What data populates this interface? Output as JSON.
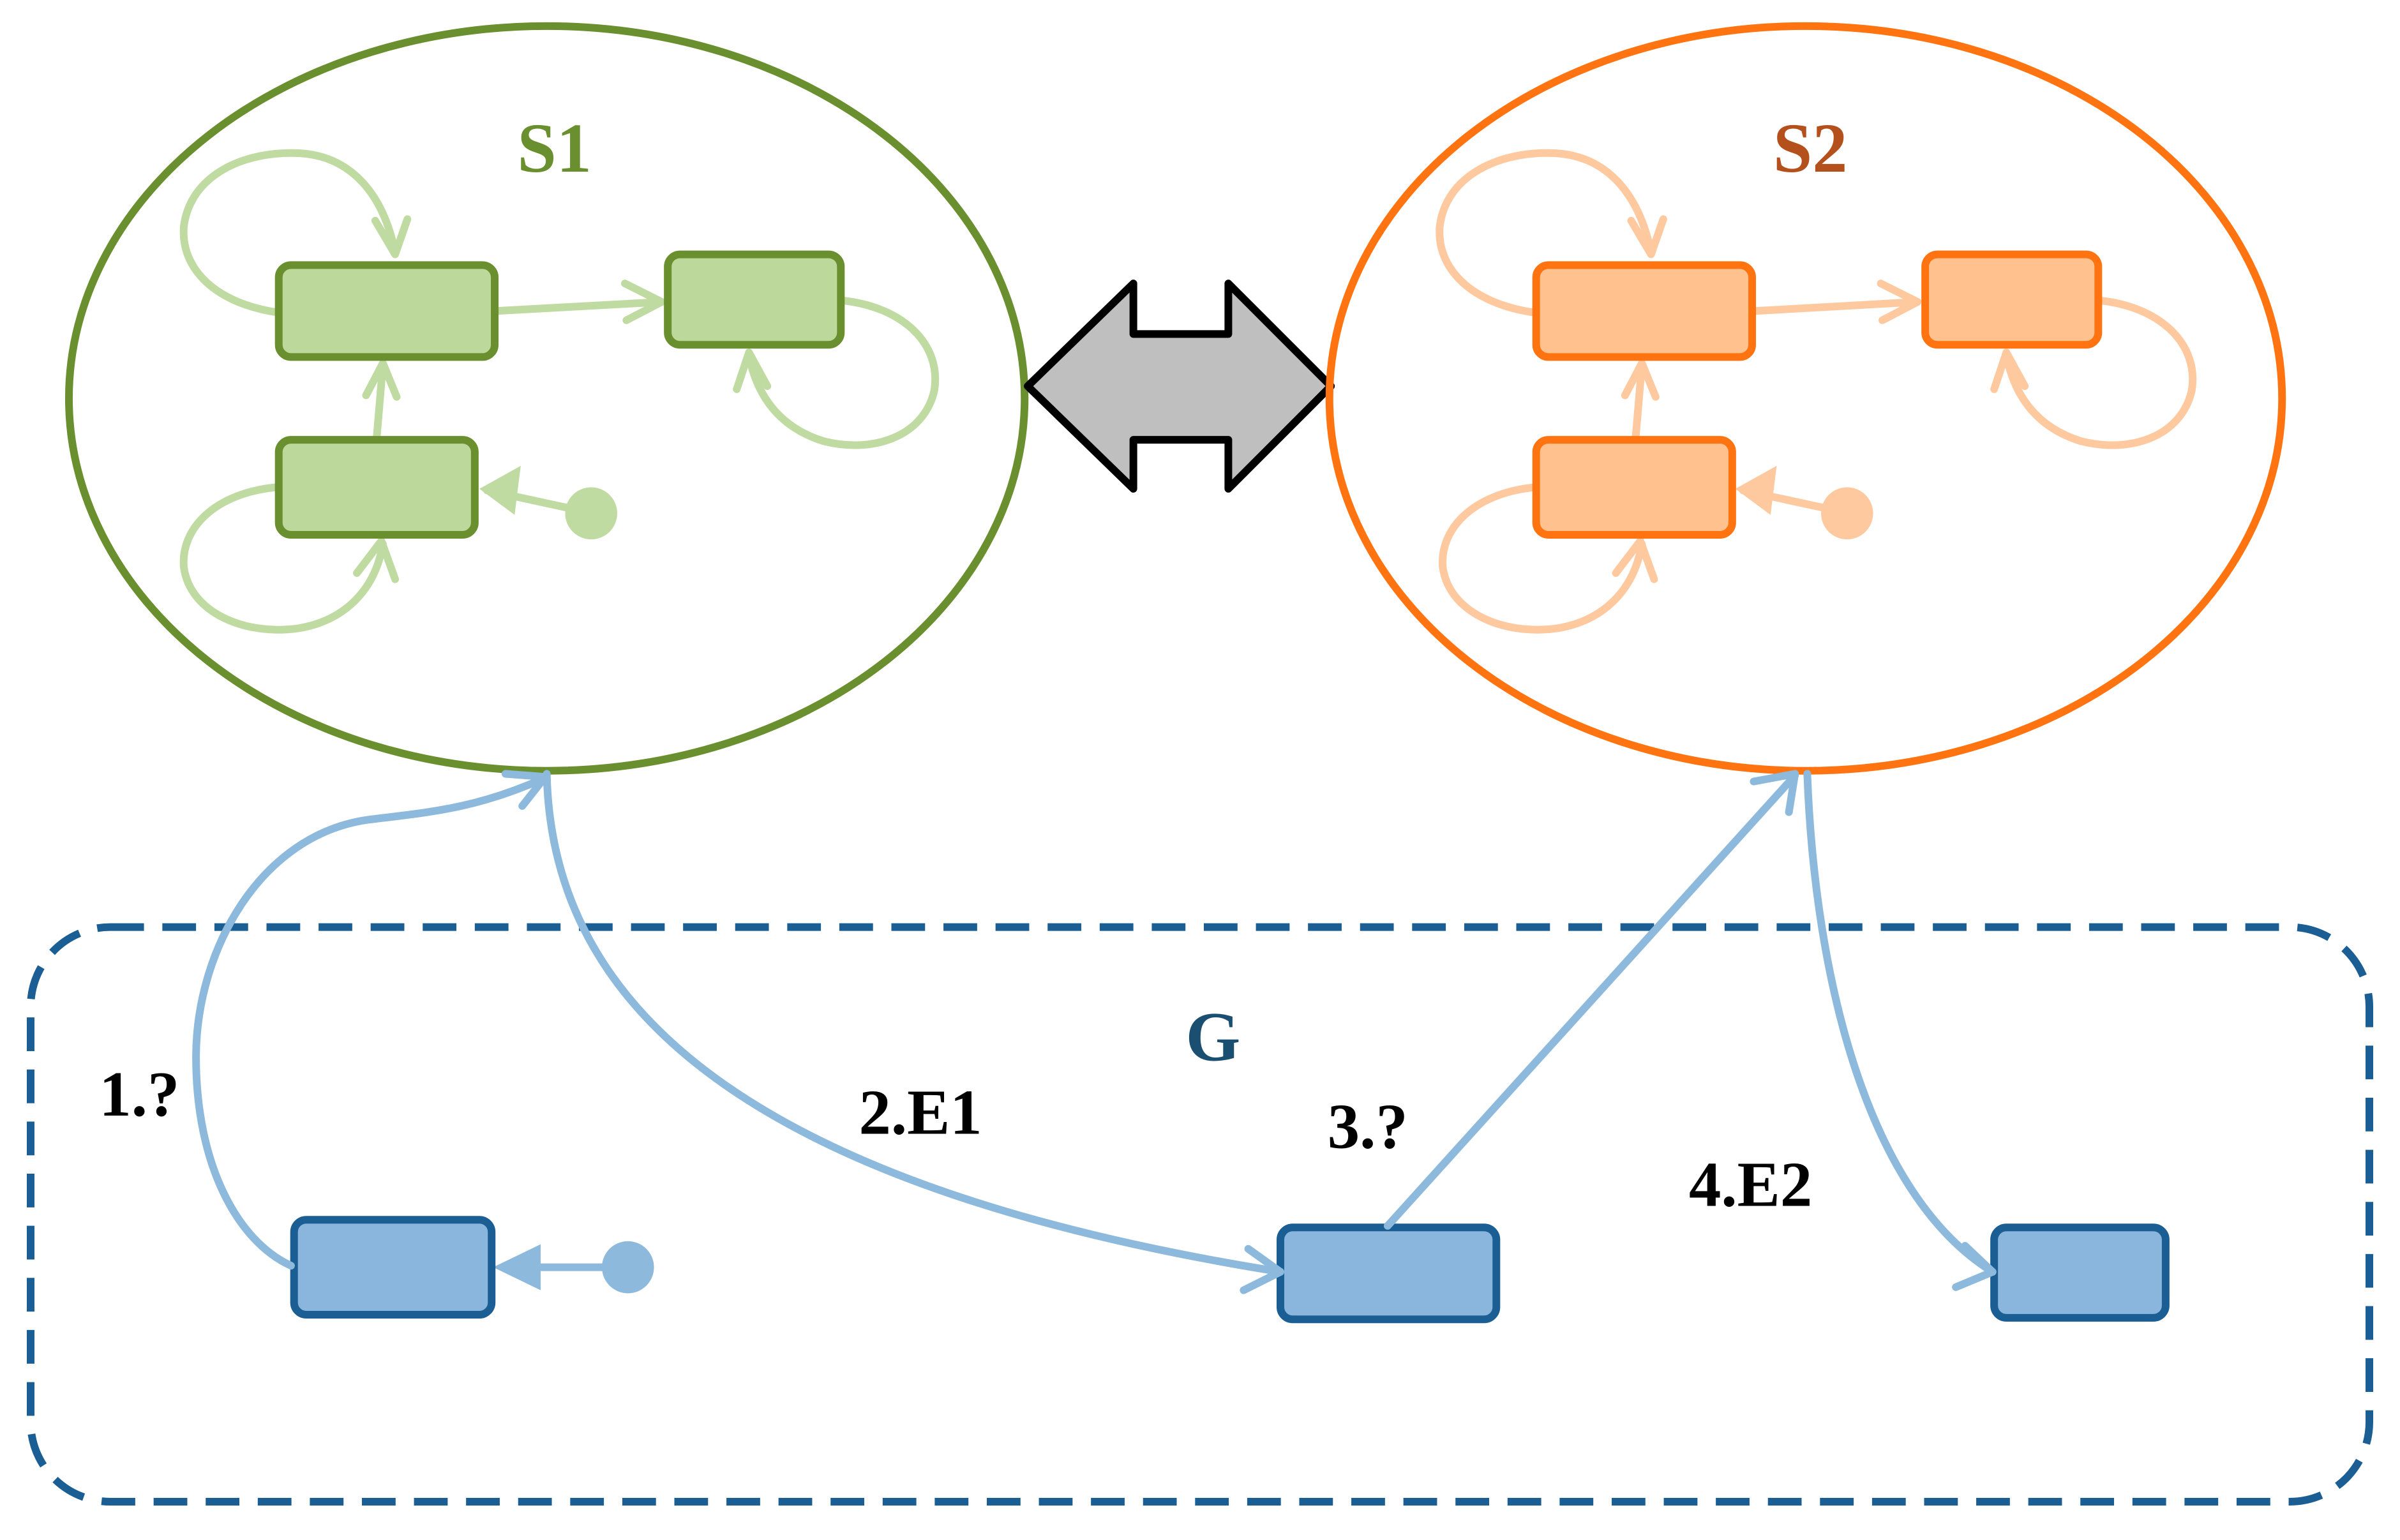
{
  "labels": {
    "s1": "S1",
    "s2": "S2",
    "g": "G",
    "step1": "1.?",
    "step2": "2.E1",
    "step3": "3.?",
    "step4": "4.E2"
  },
  "colors": {
    "s1_stroke": "#6a8f2e",
    "s1_fill": "#bcd89b",
    "s1_arrow": "#bfdba2",
    "s1_title": "#6a8f2e",
    "s2_stroke": "#ff7410",
    "s2_fill": "#ffc28f",
    "s2_arrow": "#ffc9a0",
    "s2_title": "#b4501c",
    "g_stroke": "#1a5e94",
    "g_fill": "#8ab5dc",
    "g_arrow": "#8db9dd",
    "g_title": "#1b4f72",
    "double_arrow_fill": "#bfbfbf",
    "step_text": "#000000"
  }
}
